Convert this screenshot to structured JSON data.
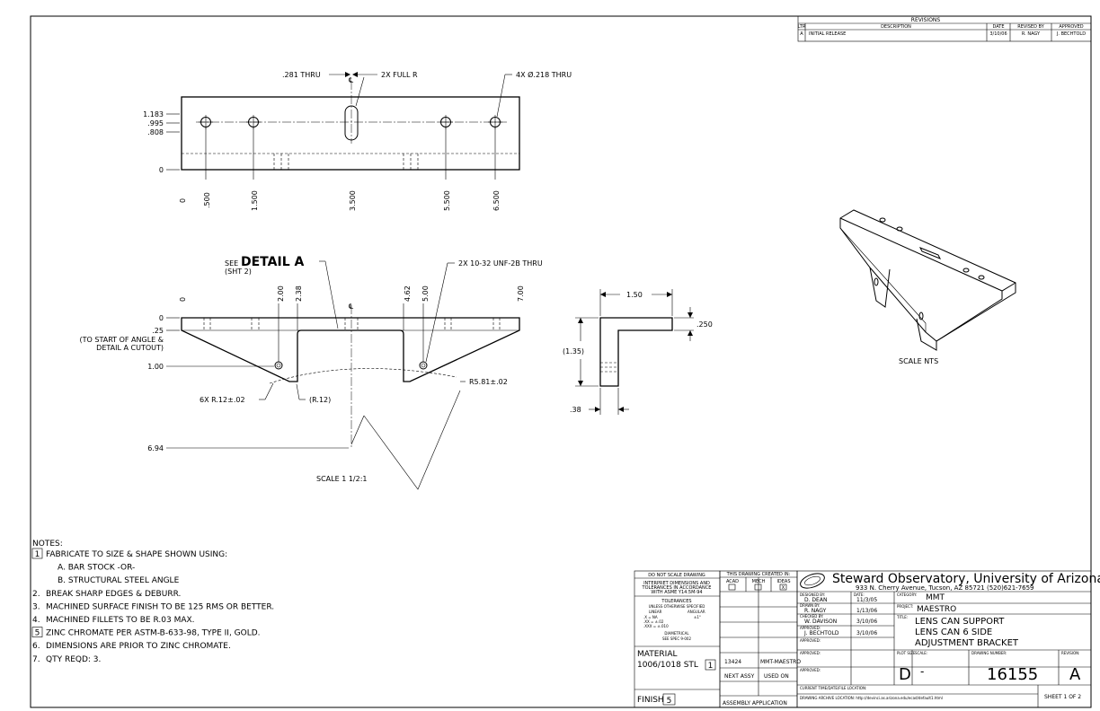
{
  "revisions": {
    "title": "REVISIONS",
    "headers": {
      "ltr": "LTR",
      "description": "DESCRIPTION",
      "date": "DATE",
      "revised_by": "REVISED BY",
      "approved": "APPROVED"
    },
    "row": {
      "ltr": "A",
      "description": "INITIAL RELEASE",
      "date": "3/10/06",
      "revised_by": "R. NAGY",
      "approved": "J. BECHTOLD"
    }
  },
  "top_view": {
    "callout_thru": ".281 THRU",
    "callout_full_r": "2X FULL R",
    "callout_holes": "4X Ø.218 THRU",
    "left_dims": [
      ".808",
      ".995",
      "1.183",
      "0"
    ],
    "bottom_dims": [
      "0",
      ".500",
      "1.500",
      "3.500",
      "5.500",
      "6.500"
    ]
  },
  "front_view": {
    "see_prefix": "SEE",
    "detail_label": "DETAIL A",
    "detail_sheet": "(SHT 2)",
    "callout_tap": "2X 10-32 UNF-2B THRU",
    "top_dims": [
      "0",
      "2.00",
      "2.38",
      "4.62",
      "5.00",
      "7.00"
    ],
    "left_dims": [
      "0",
      ".25",
      "(TO START OF ANGLE &",
      "DETAIL A CUTOUT)",
      "1.00",
      "6.94"
    ],
    "fillet_note": "6X R.12±.02",
    "fillet_ref": "(R.12)",
    "radius_note": "R5.81±.02",
    "scale": "SCALE 1 1/2:1"
  },
  "side_view": {
    "width": "1.50",
    "flange": ".250",
    "height": "(1.35)",
    "thickness": ".38"
  },
  "iso_view": {
    "scale": "SCALE NTS"
  },
  "notes": {
    "title": "NOTES:",
    "items": [
      {
        "num": "1",
        "boxed": true,
        "text": "FABRICATE TO SIZE & SHAPE SHOWN USING:"
      },
      {
        "num": "",
        "boxed": false,
        "text": "A. BAR STOCK -OR-"
      },
      {
        "num": "",
        "boxed": false,
        "text": "B. STRUCTURAL STEEL ANGLE"
      },
      {
        "num": "2.",
        "boxed": false,
        "text": "BREAK SHARP EDGES & DEBURR."
      },
      {
        "num": "3.",
        "boxed": false,
        "text": "MACHINED SURFACE FINISH TO BE 125 RMS OR BETTER."
      },
      {
        "num": "4.",
        "boxed": false,
        "text": "MACHINED FILLETS TO BE R.03 MAX."
      },
      {
        "num": "5",
        "boxed": true,
        "text": "ZINC CHROMATE PER ASTM-B-633-98, TYPE II, GOLD."
      },
      {
        "num": "6.",
        "boxed": false,
        "text": "DIMENSIONS ARE PRIOR TO ZINC CHROMATE."
      },
      {
        "num": "7.",
        "boxed": false,
        "text": "QTY REQD: 3."
      }
    ]
  },
  "tolerance_block": {
    "line1": "DO NOT SCALE DRAWING",
    "line2": "INTERPRET DIMENSIONS AND",
    "line3": "TOLERANCES IN ACCORDANCE",
    "line4": "WITH ASME Y14.5M-94",
    "tol_title": "TOLERANCES",
    "tol_sub": "UNLESS OTHERWISE SPECIFIED",
    "linear": "LINEAR",
    "angular": "ANGULAR",
    "x": ".X   = NA",
    "xx": ".XX  = ±.02",
    "xxx": ".XXX = ±.010",
    "ang": "±1°",
    "diam": "DIAMETRICAL",
    "diam_sub": "SEE SPEC 9-002",
    "material_label": "MATERIAL",
    "material": "1006/1018 STL",
    "material_note": "1",
    "finish_label": "FINISH",
    "finish_note": "5"
  },
  "created_in": {
    "title": "THIS DRAWING CREATED IN:",
    "cols": [
      "ACAD",
      "MECH",
      "IDEAS"
    ],
    "checked": "X",
    "assy_num": "13424",
    "assy_name": "MMT-MAESTRO",
    "next_assy": "NEXT ASSY",
    "used_on": "USED ON",
    "application": "ASSEMBLY APPLICATION"
  },
  "title_block": {
    "org": "Steward Observatory, University of Arizona",
    "address": "933 N. Cherry Avenue, Tucson, AZ  85721   (520)621-7659",
    "designed_label": "DESIGNED BY:",
    "designed": "D. DEAN",
    "date_label": "DATE:",
    "designed_date": "11/3/05",
    "drawn_label": "DRAWN BY:",
    "drawn": "R. NAGY",
    "drawn_date": "1/13/06",
    "checked_label": "CHECKED BY:",
    "checked": "W. DAVISON",
    "checked_date": "3/10/06",
    "approved_label": "APPROVED:",
    "approved1": "J. BECHTOLD",
    "approved1_date": "3/10/06",
    "approved_label2": "APPROVED:",
    "approved_label3": "APPROVED:",
    "approved_label4": "APPROVED:",
    "category_label": "CATEGORY:",
    "category": "MMT",
    "project_label": "PROJECT:",
    "project": "MAESTRO",
    "title_label": "TITLE:",
    "title_line1": "LENS CAN SUPPORT",
    "title_line2": "LENS CAN 6 SIDE",
    "title_line3": "ADJUSTMENT BRACKET",
    "plot_size_label": "PLOT SIZE",
    "plot_size": "D",
    "scale_label": "SCALE:",
    "scale": "-",
    "drawing_number_label": "DRAWING NUMBER:",
    "drawing_number": "16155",
    "revision_label": "REVISION:",
    "revision": "A",
    "current_label": "CURRENT TIME/DATE/FILE LOCATION:",
    "archive_label": "DRAWING ARCHIVE LOCATION: http://devinci.as.arizona.edu/ecad/default1.html",
    "sheet": "SHEET 1 OF 2"
  }
}
